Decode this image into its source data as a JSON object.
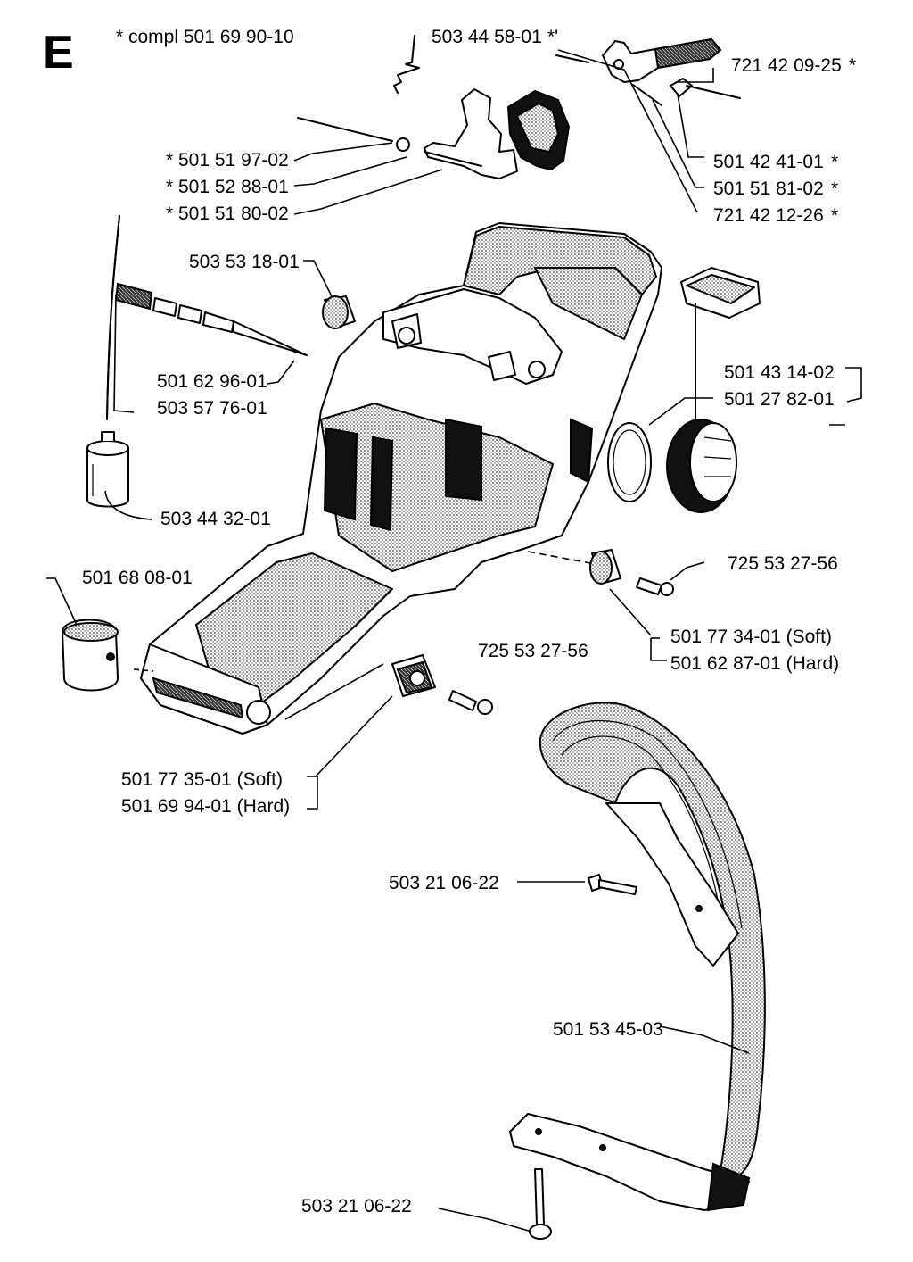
{
  "section_letter": "E",
  "kit_note": "* compl 501 69 90-10",
  "labels": {
    "p1": "503 44 58-01",
    "p1_mark": "*'",
    "p2": "721 42 09-25",
    "p2_mark": "*",
    "p3": "* 501 51 97-02",
    "p4": "* 501 52 88-01",
    "p5": "* 501 51 80-02",
    "p6": "501 42 41-01",
    "p6_mark": "*",
    "p7": "501 51 81-02",
    "p7_mark": "*",
    "p8": "721 42 12-26",
    "p8_mark": "*",
    "p9": "503 53 18-01",
    "p10": "501 62 96-01",
    "p11": "503 57 76-01",
    "p12": "501 43 14-02",
    "p13": "501 27 82-01",
    "p14": "503 44 32-01",
    "p15": "501 68 08-01",
    "p16": "725 53 27-56",
    "p17": "725 53 27-56",
    "p18": "501 77 34-01 (Soft)",
    "p19": "501 62 87-01 (Hard)",
    "p20": "501 77 35-01 (Soft)",
    "p21": "501 69 94-01 (Hard)",
    "p22": "503 21 06-22",
    "p23": "501 53 45-03",
    "p24": "503 21 06-22"
  }
}
